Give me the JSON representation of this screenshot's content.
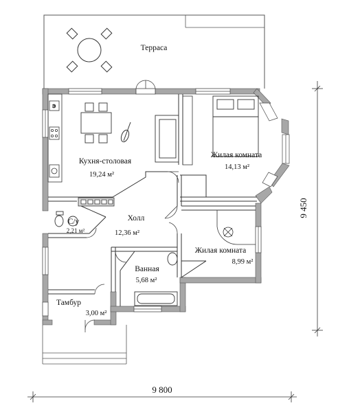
{
  "rooms": [
    {
      "name": "Терраса",
      "area": ""
    },
    {
      "name": "Кухня-столовая",
      "area": "19,24 м²"
    },
    {
      "name": "Жилая комната",
      "area": "14,13 м²"
    },
    {
      "name": "С/у",
      "area": "2,21 м²"
    },
    {
      "name": "Холл",
      "area": "12,36 м²"
    },
    {
      "name": "Жилая комната",
      "area": "8,99 м²"
    },
    {
      "name": "Ванная",
      "area": "5,68 м²"
    },
    {
      "name": "Тамбур",
      "area": "3,00 м²"
    }
  ],
  "dimensions": {
    "width": "9 800",
    "height": "9 450"
  },
  "appliance_label": "Э"
}
